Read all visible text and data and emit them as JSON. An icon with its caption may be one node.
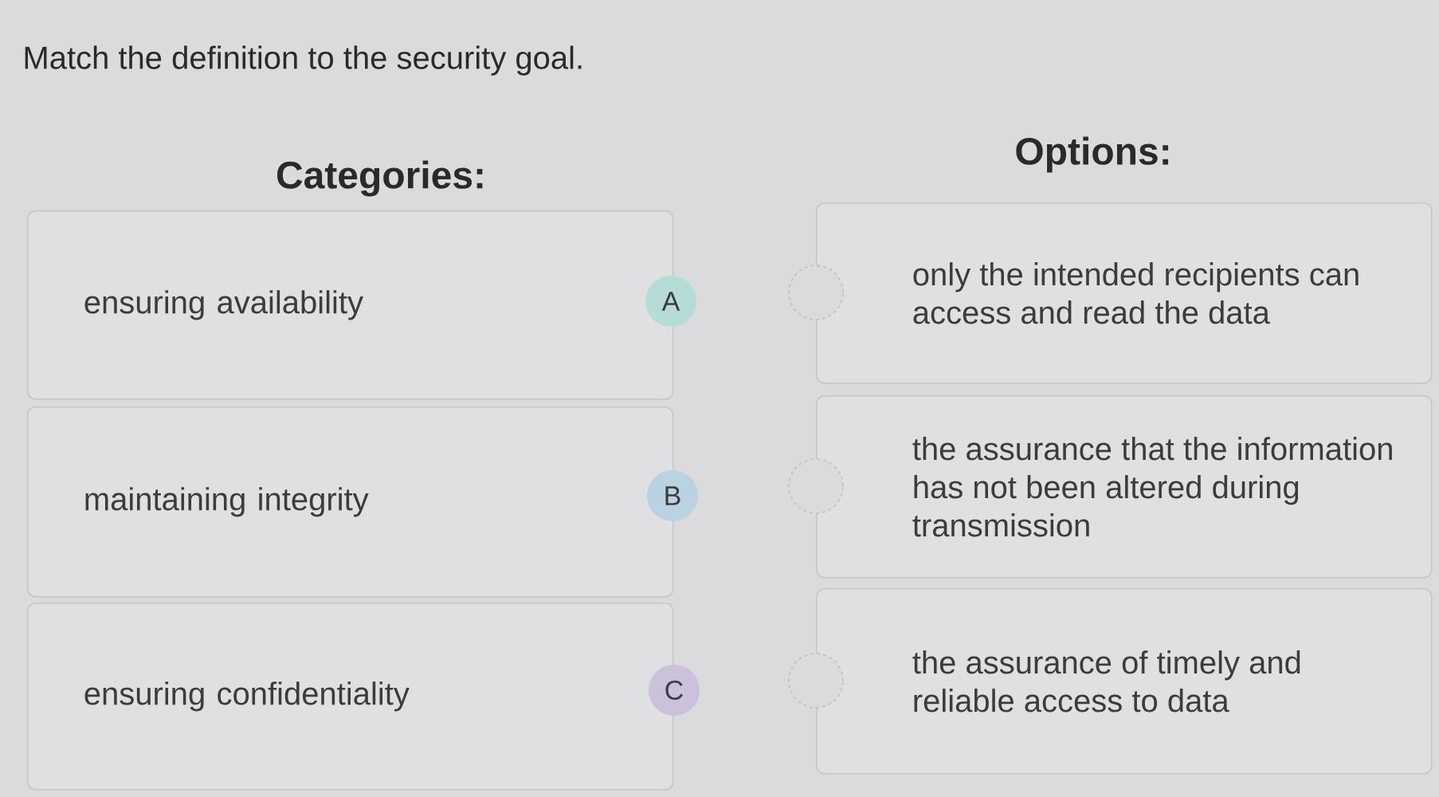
{
  "diagram": {
    "title": "Match the definition to the security goal.",
    "nodes": [
      {
        "text": [
          "ensuring availability"
        ]
      },
      {
        "text": [
          "A"
        ]
      },
      {
        "text": [
          "maintaining integrity"
        ]
      },
      {
        "text": [
          "B"
        ]
      },
      {
        "text": [
          "ensuring confidentiality"
        ]
      },
      {
        "text": [
          "C"
        ]
      },
      {
        "text": [
          "only the intended recipients can access and read the data"
        ]
      },
      {
        "text": [],
        "shape": "circle"
      },
      {
        "text": [
          "the assurance that the information has not been altered during transmission"
        ]
      },
      {
        "text": [],
        "shape": "circle"
      },
      {
        "text": [
          "the assurance of timely and reliable access to data"
        ]
      },
      {
        "text": [],
        "shape": "circle"
      }
    ],
    "labels": [
      "Categories:",
      "Options:"
    ]
  }
}
